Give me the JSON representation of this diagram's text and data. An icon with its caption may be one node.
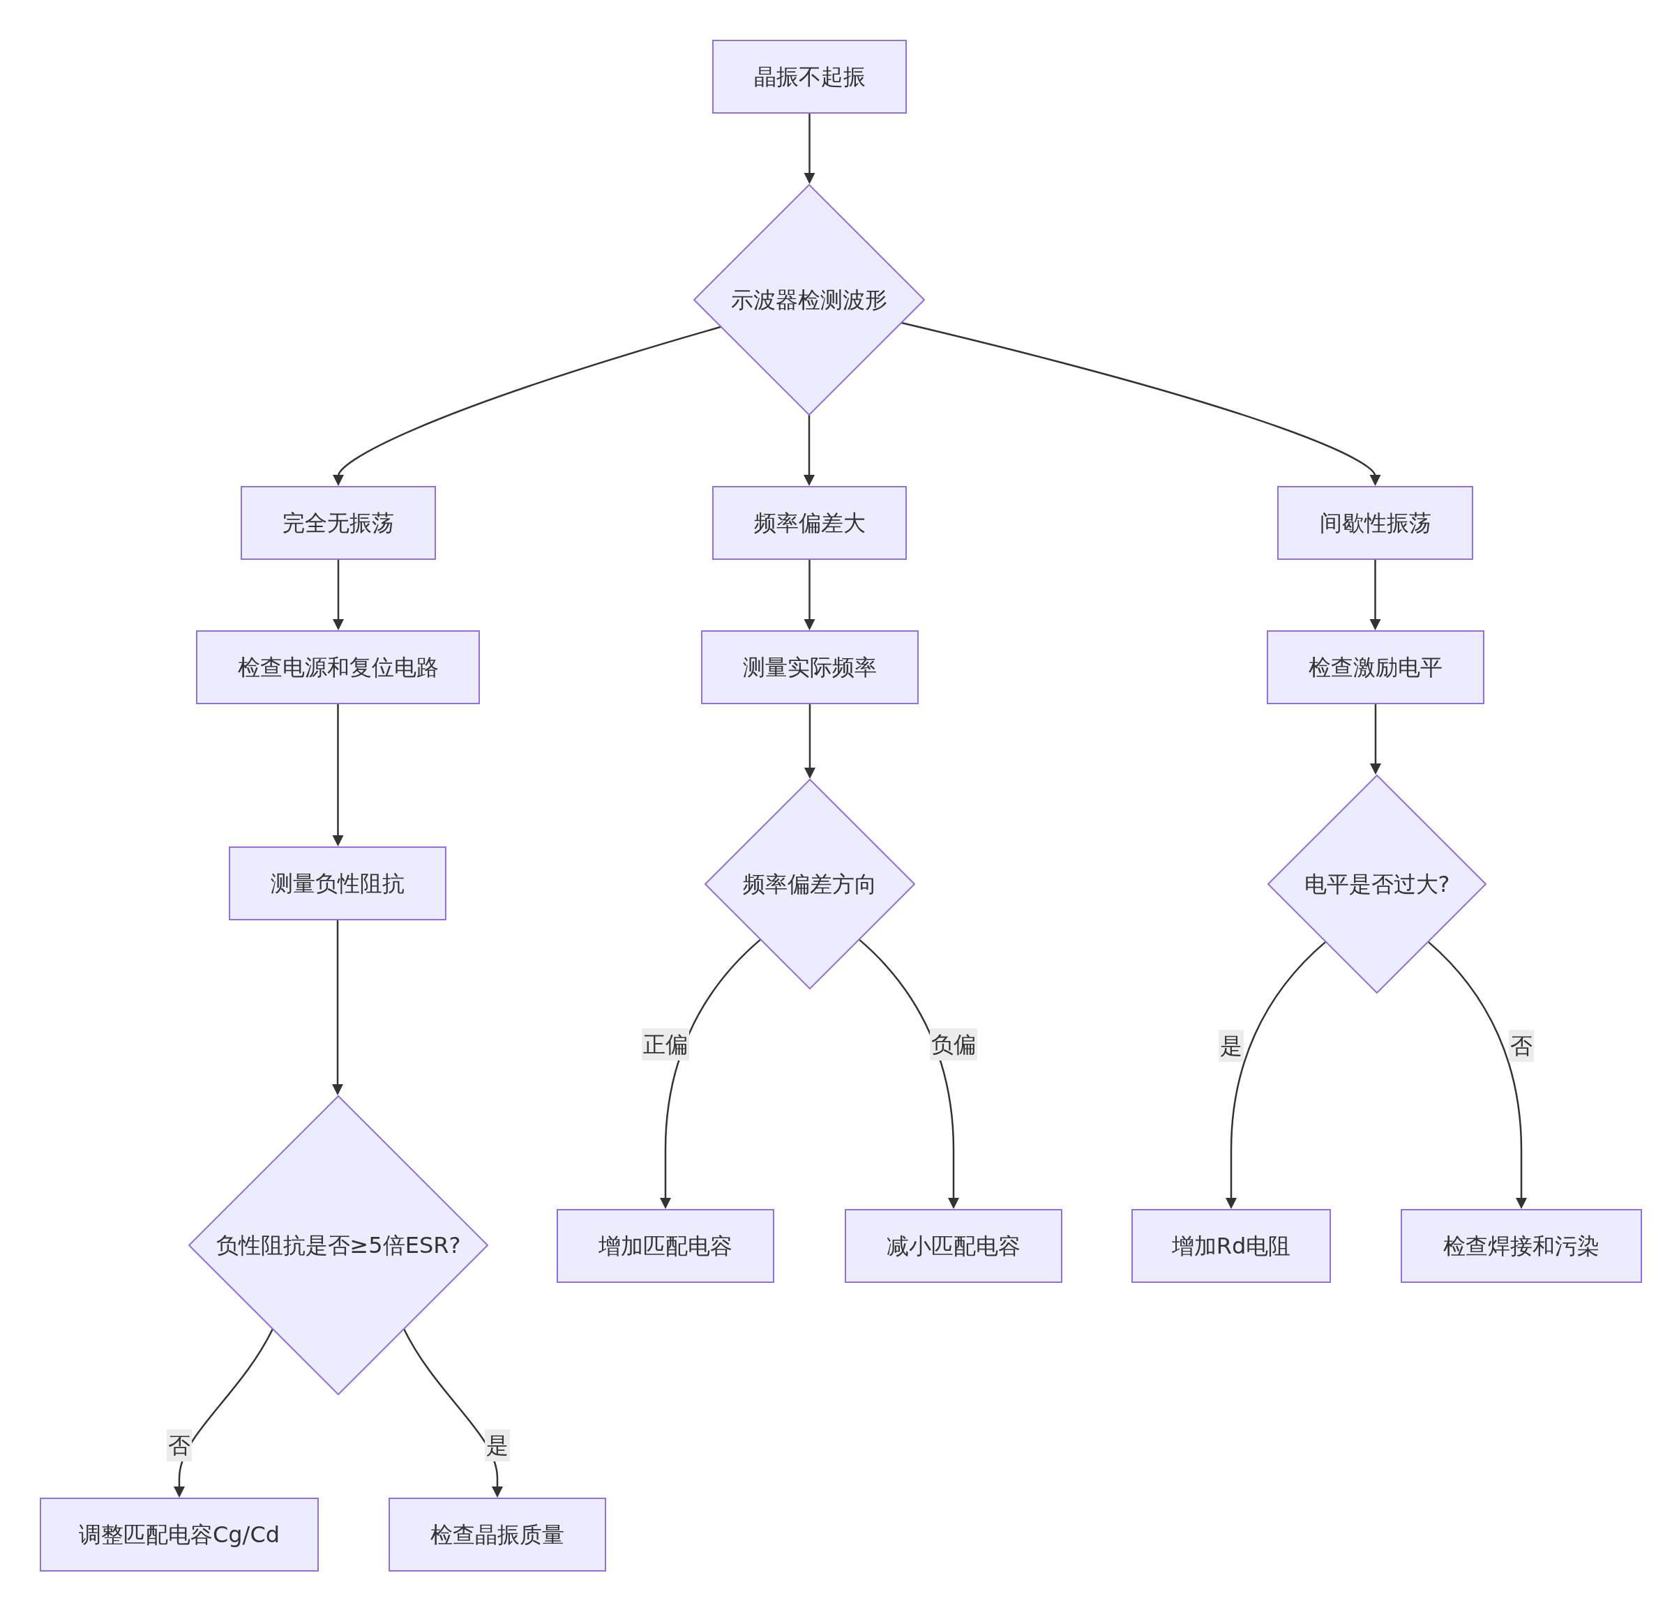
{
  "diagram": {
    "nodes": [
      {
        "text": [
          "晶振不起振"
        ]
      },
      {
        "text": [
          "示波器检测波形"
        ]
      },
      {
        "text": [
          "完全无振荡"
        ]
      },
      {
        "text": [
          "频率偏差大"
        ]
      },
      {
        "text": [
          "间歇性振荡"
        ]
      },
      {
        "text": [
          "检查电源和复位电路"
        ]
      },
      {
        "text": [
          "测量实际频率"
        ]
      },
      {
        "text": [
          "检查激励电平"
        ]
      },
      {
        "text": [
          "测量负性阻抗"
        ]
      },
      {
        "text": [
          "频率偏差方向"
        ]
      },
      {
        "text": [
          "电平是否过大?"
        ]
      },
      {
        "text": [
          "负性阻抗是否≥5倍ESR?"
        ]
      },
      {
        "text": [
          "增加匹配电容"
        ]
      },
      {
        "text": [
          "减小匹配电容"
        ]
      },
      {
        "text": [
          "增加Rd电阻"
        ]
      },
      {
        "text": [
          "检查焊接和污染"
        ]
      },
      {
        "text": [
          "调整匹配电容Cg/Cd"
        ]
      },
      {
        "text": [
          "检查晶振质量"
        ]
      }
    ],
    "edges": [
      {
        "from": 0,
        "to": 1,
        "arrow": "to"
      },
      {
        "from": 1,
        "to": 2,
        "arrow": "to"
      },
      {
        "from": 1,
        "to": 3,
        "arrow": "to"
      },
      {
        "from": 1,
        "to": 4,
        "arrow": "to"
      },
      {
        "from": 2,
        "to": 5,
        "arrow": "to"
      },
      {
        "from": 3,
        "to": 6,
        "arrow": "to"
      },
      {
        "from": 4,
        "to": 7,
        "arrow": "to"
      },
      {
        "from": 5,
        "to": 8,
        "arrow": "to"
      },
      {
        "from": 6,
        "to": 9,
        "arrow": "to"
      },
      {
        "from": 7,
        "to": 10,
        "arrow": "to"
      },
      {
        "from": 8,
        "to": 11,
        "arrow": "to"
      },
      {
        "from": 9,
        "to": 12,
        "arrow": "to",
        "label": "正偏"
      },
      {
        "from": 9,
        "to": 13,
        "arrow": "to",
        "label": "负偏"
      },
      {
        "from": 10,
        "to": 14,
        "arrow": "to",
        "label": "是"
      },
      {
        "from": 10,
        "to": 15,
        "arrow": "to",
        "label": "否"
      },
      {
        "from": 11,
        "to": 16,
        "arrow": "to",
        "label": "否"
      },
      {
        "from": 11,
        "to": 17,
        "arrow": "to",
        "label": "是"
      }
    ]
  }
}
